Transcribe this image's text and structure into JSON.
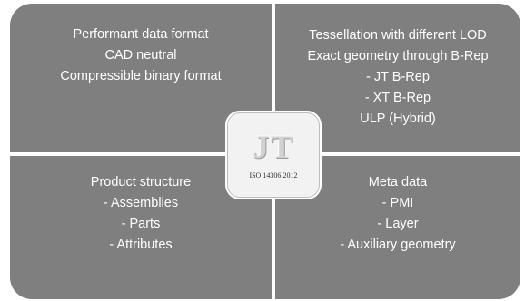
{
  "quadrants": {
    "top_left": [
      "Performant data format",
      "CAD neutral",
      "Compressible binary format"
    ],
    "top_right": [
      "Tessellation with different LOD",
      "Exact geometry through B-Rep",
      "- JT B-Rep",
      "- XT B-Rep",
      "ULP (Hybrid)"
    ],
    "bottom_left": [
      "Product structure",
      "- Assemblies",
      "- Parts",
      "- Attributes"
    ],
    "bottom_right": [
      "Meta data",
      "- PMI",
      "- Layer",
      "- Auxiliary geometry"
    ]
  },
  "badge": {
    "logo_text": "JT",
    "standard": "ISO 14306:2012"
  },
  "colors": {
    "panel": "#7f7f7f",
    "text": "#ffffff",
    "badge_bg": "#f2f2f2"
  }
}
